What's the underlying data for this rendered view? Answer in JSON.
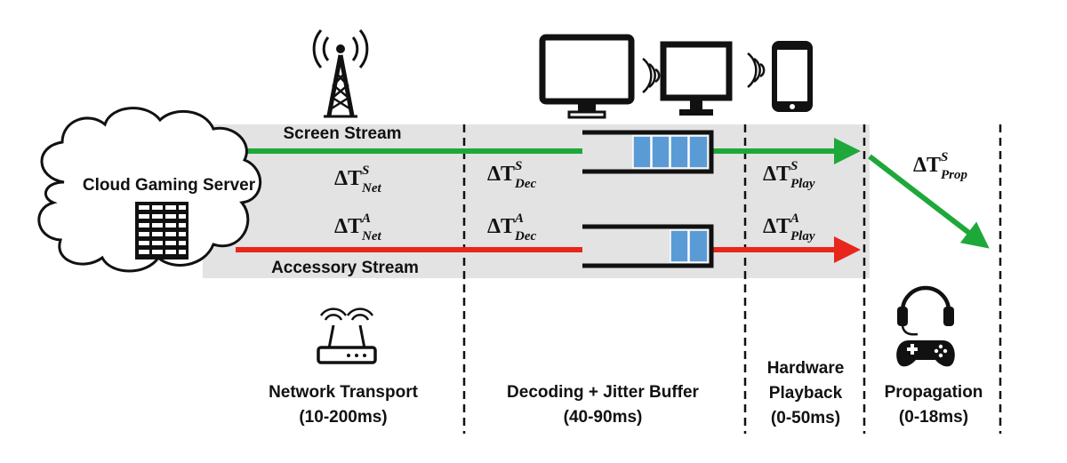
{
  "server": {
    "label": "Cloud Gaming Server"
  },
  "streams": {
    "screen": {
      "label": "Screen Stream",
      "color": "#1fa83a"
    },
    "accessory": {
      "label": "Accessory Stream",
      "color": "#e8261c"
    }
  },
  "latency_terms": {
    "net_screen": {
      "delta": "ΔT",
      "sup": "S",
      "sub": "Net"
    },
    "net_accessory": {
      "delta": "ΔT",
      "sup": "A",
      "sub": "Net"
    },
    "dec_screen": {
      "delta": "ΔT",
      "sup": "S",
      "sub": "Dec"
    },
    "dec_accessory": {
      "delta": "ΔT",
      "sup": "A",
      "sub": "Dec"
    },
    "play_screen": {
      "delta": "ΔT",
      "sup": "S",
      "sub": "Play"
    },
    "play_accessory": {
      "delta": "ΔT",
      "sup": "A",
      "sub": "Play"
    },
    "prop_screen": {
      "delta": "ΔT",
      "sup": "S",
      "sub": "Prop"
    }
  },
  "phases": {
    "network": {
      "line1": "Network Transport",
      "line2": "(10-200ms)"
    },
    "decoding": {
      "line1": "Decoding + Jitter Buffer",
      "line2": "(40-90ms)"
    },
    "playback": {
      "line1": "Hardware",
      "line2": "Playback",
      "line3": "(0-50ms)"
    },
    "propagation": {
      "line1": "Propagation",
      "line2": "(0-18ms)"
    }
  },
  "buffers": {
    "screen_slots": 4,
    "accessory_slots": 2,
    "slot_color": "#5b9bd5"
  },
  "colors": {
    "band": "#e3e3e3",
    "outline": "#111111"
  },
  "icons": {
    "tower": "cell-tower-icon",
    "monitor": "monitor-icon",
    "wireless_monitor": "wireless-monitor-icon",
    "phone": "wireless-phone-icon",
    "server": "server-rack-icon",
    "router": "wifi-router-icon",
    "headset": "gamer-headset-controller-icon"
  }
}
